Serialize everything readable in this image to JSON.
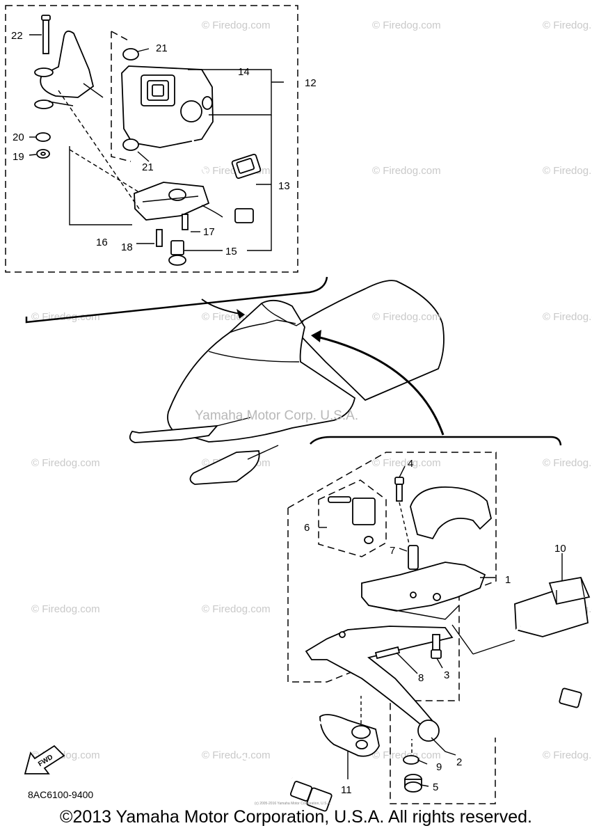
{
  "diagram": {
    "upper_callouts": [
      "22",
      "21",
      "14",
      "12",
      "20",
      "19",
      "21",
      "13",
      "17",
      "16",
      "18",
      "15"
    ],
    "lower_callouts": [
      "4",
      "6",
      "7",
      "1",
      "10",
      "8",
      "3",
      "2",
      "9",
      "11",
      "5"
    ],
    "watermark": "© Firedog.com",
    "manufacturer_label": "Yamaha Motor Corp. U.S.A.",
    "part_code": "8AC6100-9400",
    "fwd_label": "FWD",
    "fine_print": "(c) 2005-2016 Yamaha Motor Corporation, U.S.A.",
    "copyright": "©2013 Yamaha Motor Corporation, U.S.A. All rights reserved."
  }
}
